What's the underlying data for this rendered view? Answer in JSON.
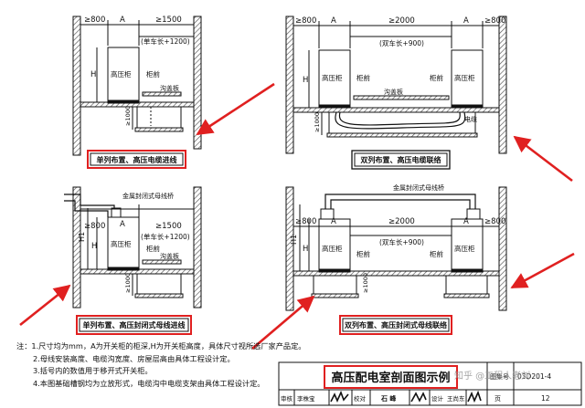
{
  "panels": {
    "tl": {
      "dim_left": "≥800",
      "dim_a": "A",
      "dim_right": "≥1500",
      "carlen": "(单车长+1200)",
      "cab": "高压柜",
      "front": "柜前",
      "plate": "沟盖板",
      "h": "H",
      "d": "≥1000",
      "caption": "单列布置、高压电缆进线"
    },
    "tr": {
      "dim_left": "≥800",
      "dim_a": "A",
      "dim_mid": "≥2000",
      "dim_a2": "A",
      "dim_right": "≥800",
      "carlen": "(双车长+900)",
      "cab1": "高压柜",
      "front1": "柜前",
      "front2": "柜前",
      "cab2": "高压柜",
      "plate": "沟盖板",
      "cable": "电缆",
      "h": "H",
      "d": "≥1000",
      "caption": "双列布置、高压电缆联络"
    },
    "bl": {
      "dim_left": "≥800",
      "dim_a": "A",
      "dim_right": "≥1500",
      "carlen": "(单车长+1200)",
      "bus": "金属封闭式母线桥",
      "cab": "高压柜",
      "front": "柜前",
      "plate": "沟盖板",
      "h": "H",
      "h1": "H1",
      "d": "≥1000",
      "caption": "单列布置、高压封闭式母线进线"
    },
    "br": {
      "dim_left": "≥800",
      "dim_a": "A",
      "dim_mid": "≥2000",
      "dim_a2": "A",
      "dim_right": "≥800",
      "carlen": "(双车长+900)",
      "bus": "金属封闭式母线桥",
      "cab1": "高压柜",
      "front1": "柜前",
      "front2": "柜前",
      "cab2": "高压柜",
      "h": "H",
      "h1": "H1",
      "d": "≥1000",
      "caption": "双列布置、高压封闭式母线联络"
    }
  },
  "notes": [
    "注：1.尺寸均为mm，A为开关柜的柜深,H为开关柜高度，具体尺寸视所选厂家产品定。",
    "2.母线安装高度、电缆沟宽度、房屋层高由具体工程设计定。",
    "3.括号内的数值用于移开式开关柜。",
    "4.本图基础槽钢均为立放形式，电缆沟中电缆支架由具体工程设计定。"
  ],
  "title_block": {
    "title": "高压配电室剖面图示例",
    "atlas_label": "图集号",
    "atlas_no": "03D201-4",
    "page_label": "页",
    "page_no": "12",
    "review": "审核",
    "review_name": "李株宝",
    "check": "校对",
    "check_name": "石 峰",
    "design": "设计",
    "design_name": "王尚东"
  },
  "watermark": "知乎 @工程人老刘",
  "colors": {
    "ink": "#111111",
    "highlight": "#e02020",
    "hatch": "#555555"
  }
}
